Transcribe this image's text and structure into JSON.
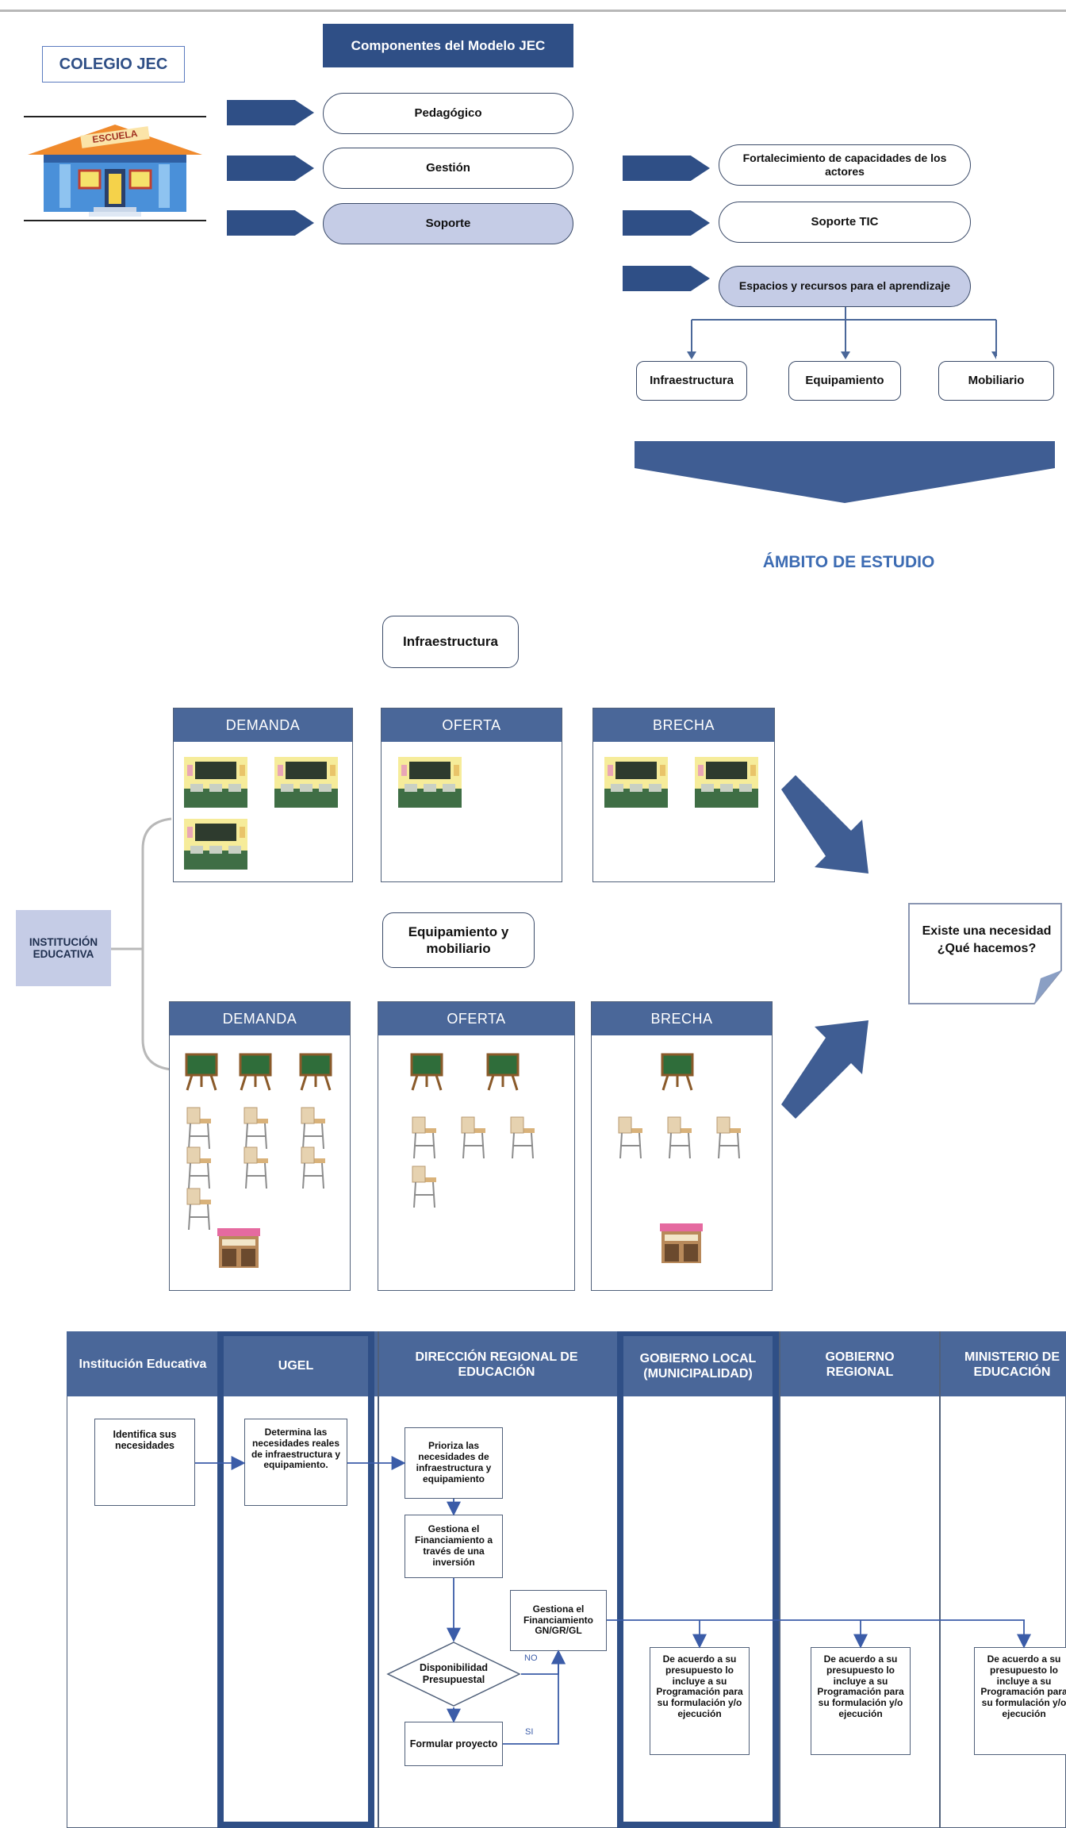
{
  "top": {
    "colegio": "COLEGIO JEC",
    "school_sign": "ESCUELA",
    "components_title": "Componentes del Modelo JEC",
    "components": [
      "Pedagógico",
      "Gestión",
      "Soporte"
    ],
    "support_items": [
      "Fortalecimiento de capacidades de los actores",
      "Soporte TIC",
      "Espacios y recursos para el aprendizaje"
    ],
    "resources": [
      "Infraestructura",
      "Equipamiento",
      "Mobiliario"
    ],
    "scope_label": "ÁMBITO DE ESTUDIO"
  },
  "analysis": {
    "infra_label": "Infraestructura",
    "equip_label": "Equipamiento y mobiliario",
    "institution_label": "INSTITUCIÓN EDUCATIVA",
    "panel_headers": [
      "DEMANDA",
      "OFERTA",
      "BRECHA"
    ],
    "callout": "Existe una necesidad ¿Qué hacemos?"
  },
  "flow": {
    "headers": [
      "Institución Educativa",
      "UGEL",
      "DIRECCIÓN REGIONAL DE EDUCACIÓN",
      "GOBIERNO LOCAL (MUNICIPALIDAD)",
      "GOBIERNO REGIONAL",
      "MINISTERIO DE EDUCACIÓN"
    ],
    "identifica": "Identifica sus necesidades",
    "determina": "Determina las necesidades reales de infraestructura y equipamiento.",
    "prioriza": "Prioriza las necesidades de infraestructura y equipamiento",
    "gestiona_inversion": "Gestiona el Financiamiento a través de una inversión",
    "gestiona_gn": "Gestiona el Financiamiento GN/GR/GL",
    "disponibilidad": "Disponibilidad Presupuestal",
    "formular": "Formular proyecto",
    "no_label": "NO",
    "si_label": "SI",
    "acuerdo": "De acuerdo a su presupuesto lo incluye a su Programación para su formulación y/o ejecución"
  },
  "colors": {
    "navy": "#2f4f86",
    "panel_header": "#4a6799",
    "light_fill": "#c5cce6",
    "scope_text": "#3d6cb3"
  }
}
